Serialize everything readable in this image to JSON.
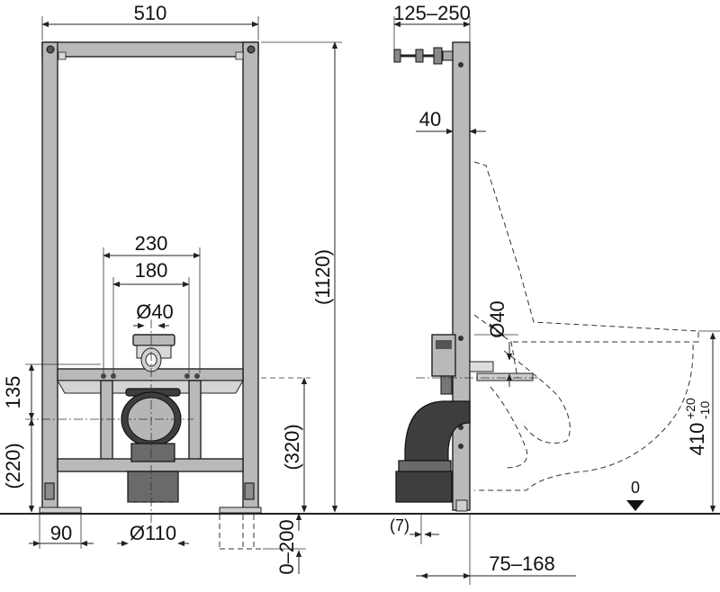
{
  "labels": {
    "top_width": "510",
    "side_depth": "125–250",
    "frame_thickness": "40",
    "outlet_spacing_outer": "230",
    "outlet_spacing_inner": "180",
    "inlet_diameter_front": "Ø40",
    "height_135": "135",
    "height_220": "(220)",
    "total_height": "(1120)",
    "height_320": "(320)",
    "foot_width": "90",
    "drain_diameter": "Ø110",
    "adjust_range": "0–200",
    "inlet_diameter_side": "Ø40",
    "seat_height_main": "410",
    "tolerance_plus": "+20",
    "tolerance_minus": "-10",
    "floor_level": "0",
    "offset_7": "(7)",
    "bottom_range": "75–168"
  }
}
